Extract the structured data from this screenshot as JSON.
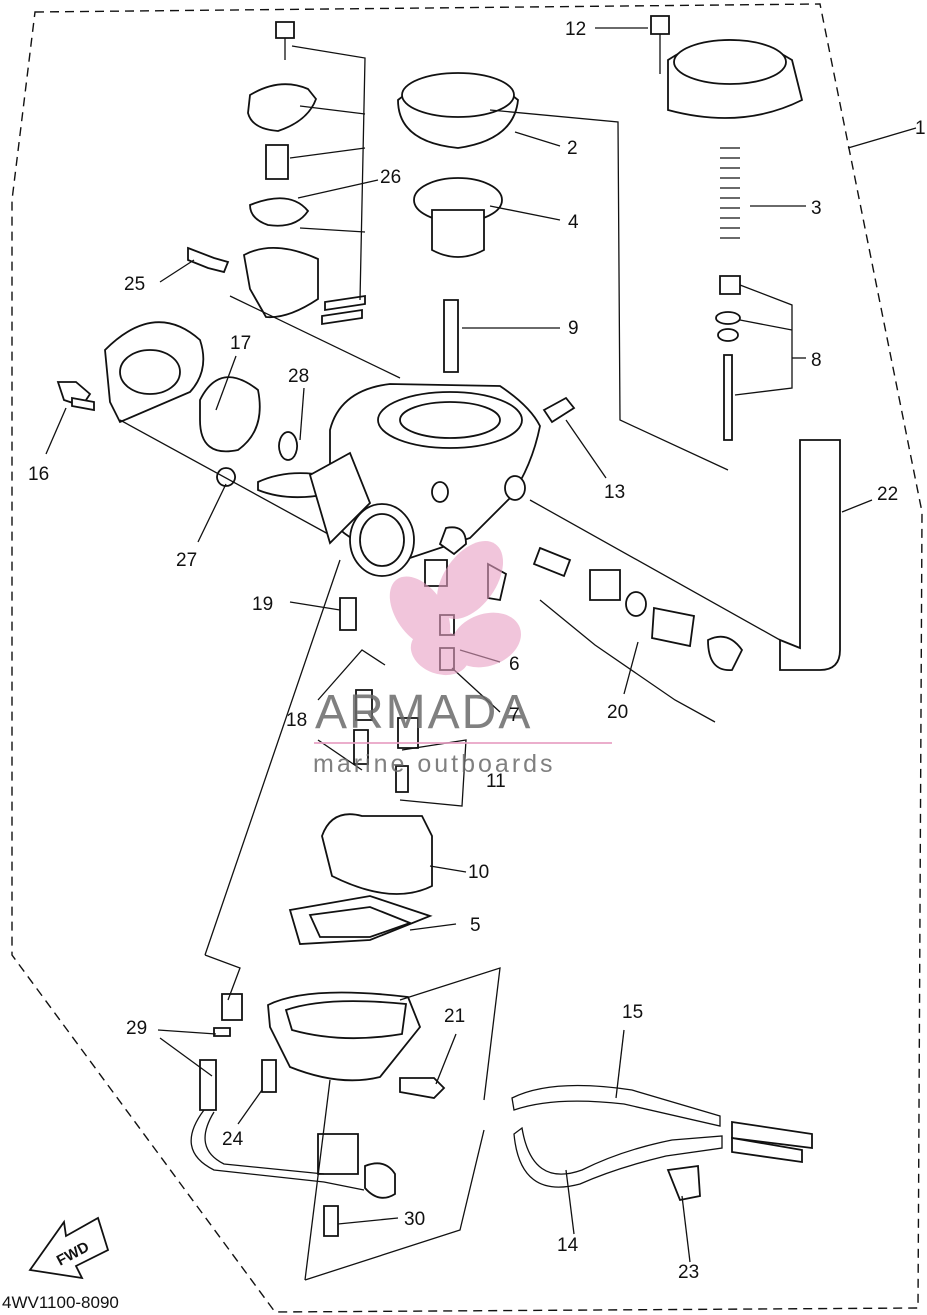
{
  "diagram": {
    "drawing_code": "4WV1100-8090",
    "fwd_label": "FWD",
    "callouts": [
      "1",
      "2",
      "3",
      "4",
      "5",
      "6",
      "7",
      "8",
      "9",
      "10",
      "11",
      "12",
      "13",
      "14",
      "15",
      "16",
      "17",
      "18",
      "19",
      "20",
      "21",
      "22",
      "23",
      "24",
      "25",
      "26",
      "27",
      "28",
      "29",
      "30"
    ]
  },
  "watermark": {
    "brand": "ARMADA",
    "tagline": "marine outboards",
    "accent_color": "#e8a0c4"
  }
}
